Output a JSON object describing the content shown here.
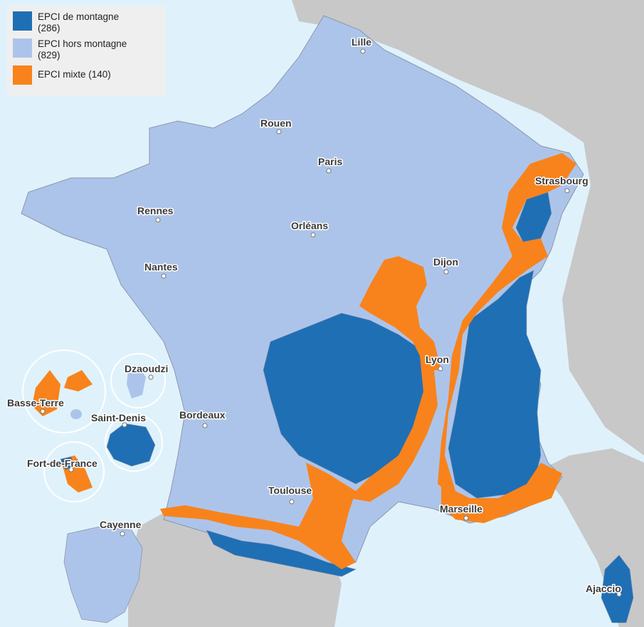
{
  "legend": {
    "items": [
      {
        "label": "EPCI de montagne",
        "count": "(286)",
        "color": "#1f6fb5"
      },
      {
        "label": "EPCI hors montagne",
        "count": "(829)",
        "color": "#adc4ea"
      },
      {
        "label": "EPCI mixte (140)",
        "count": "",
        "color": "#f8831c"
      }
    ]
  },
  "colors": {
    "sea": "#dff2fb",
    "foreign_land": "#c8c8c8",
    "border": "#8a95ad"
  },
  "cities": {
    "lille": "Lille",
    "rouen": "Rouen",
    "paris": "Paris",
    "strasbourg": "Strasbourg",
    "rennes": "Rennes",
    "orleans": "Orléans",
    "nantes": "Nantes",
    "dijon": "Dijon",
    "dzaoudzi": "Dzaoudzi",
    "lyon": "Lyon",
    "basse_terre": "Basse-Terre",
    "saint_denis": "Saint-Denis",
    "bordeaux": "Bordeaux",
    "fort_de_france": "Fort-de-France",
    "toulouse": "Toulouse",
    "marseille": "Marseille",
    "cayenne": "Cayenne",
    "ajaccio": "Ajaccio"
  }
}
